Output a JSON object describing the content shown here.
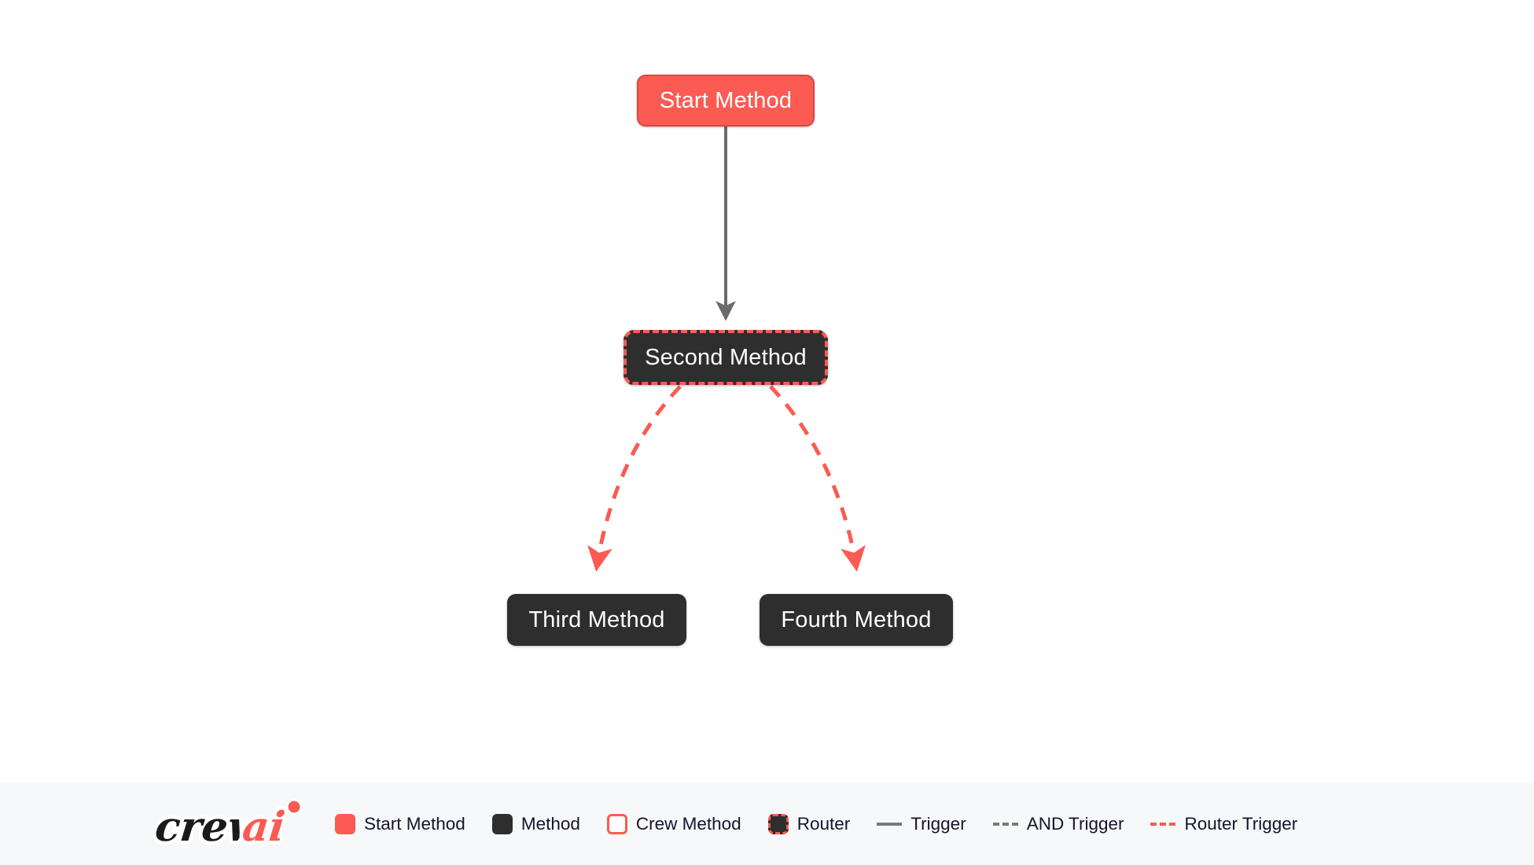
{
  "diagram": {
    "type": "crewai-flow-plot",
    "background": "#ffffff",
    "nodes": [
      {
        "id": "start",
        "label": "Start Method",
        "kind": "start",
        "color": "#fb5b52",
        "text_color": "#ffffff"
      },
      {
        "id": "second",
        "label": "Second Method",
        "kind": "router",
        "color": "#2e2e2e",
        "border_color": "#fb5b52",
        "text_color": "#ffffff"
      },
      {
        "id": "third",
        "label": "Third Method",
        "kind": "method",
        "color": "#2e2e2e",
        "text_color": "#ffffff"
      },
      {
        "id": "fourth",
        "label": "Fourth Method",
        "kind": "method",
        "color": "#2e2e2e",
        "text_color": "#ffffff"
      }
    ],
    "edges": [
      {
        "from": "start",
        "to": "third",
        "style": "trigger",
        "color": "#6b6b6b"
      },
      {
        "from": "second",
        "to": "third",
        "style": "router-trigger",
        "color": "#fb5b52"
      },
      {
        "from": "second",
        "to": "fourth",
        "style": "router-trigger",
        "color": "#fb5b52"
      }
    ]
  },
  "legend": {
    "logo": {
      "text_dark": "crew",
      "text_accent": "ai",
      "accent_color": "#fb5b52"
    },
    "items": [
      {
        "name": "start-method",
        "label": "Start Method",
        "marker": "swatch-filled",
        "color": "#fb5b52"
      },
      {
        "name": "method",
        "label": "Method",
        "marker": "swatch-filled",
        "color": "#2e2e2e"
      },
      {
        "name": "crew-method",
        "label": "Crew Method",
        "marker": "swatch-outline",
        "color": "#fb5b52"
      },
      {
        "name": "router",
        "label": "Router",
        "marker": "swatch-dashed",
        "color": "#2e2e2e"
      },
      {
        "name": "trigger",
        "label": "Trigger",
        "marker": "line-solid",
        "color": "#7a7a7a"
      },
      {
        "name": "and-trigger",
        "label": "AND Trigger",
        "marker": "line-dashed",
        "color": "#7a7a7a"
      },
      {
        "name": "router-trigger",
        "label": "Router Trigger",
        "marker": "line-dashed-red",
        "color": "#fb5b52"
      }
    ]
  }
}
